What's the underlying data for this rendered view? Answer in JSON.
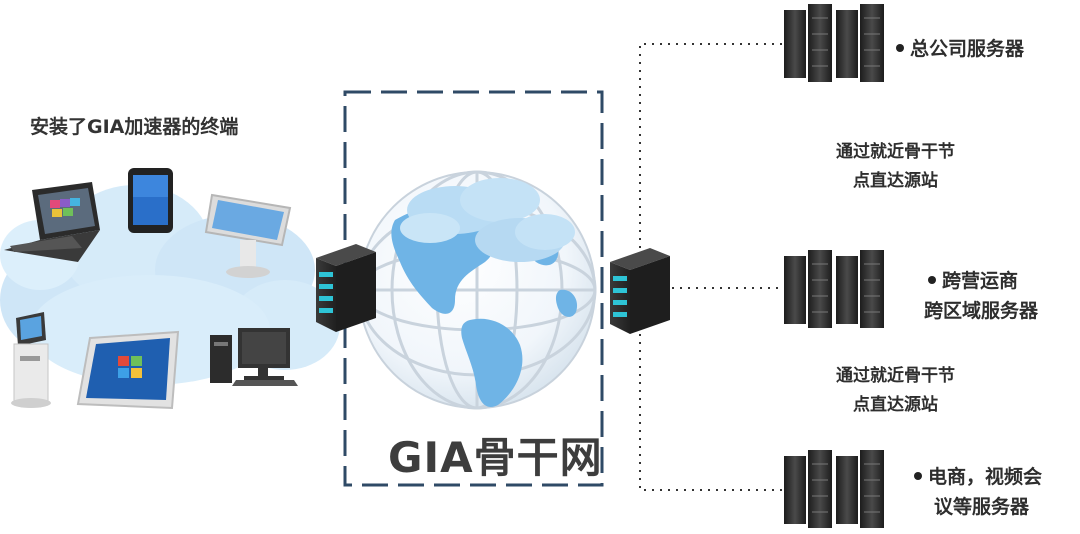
{
  "terminals": {
    "title": "安装了GIA加速器的终端",
    "device_icons": [
      "laptop-icon",
      "phone-icon",
      "touch-kiosk-icon",
      "standing-kiosk-icon",
      "tablet-icon",
      "desktop-computer-icon"
    ]
  },
  "backbone": {
    "label": "GIA骨干网",
    "icon": "globe-icon"
  },
  "servers": [
    {
      "label_lines": [
        "总公司服务器"
      ]
    },
    {
      "label_lines": [
        "跨营运商",
        "跨区域服务器"
      ]
    },
    {
      "label_lines": [
        "电商，视频会",
        "议等服务器"
      ]
    }
  ],
  "route_notes": [
    {
      "lines": [
        "通过就近骨干节",
        "点直达源站"
      ]
    },
    {
      "lines": [
        "通过就近骨干节",
        "点直达源站"
      ]
    }
  ],
  "colors": {
    "cloud": "#cfe6f7",
    "globe_land": "#6fb4e6",
    "frame": "#2f4a66",
    "server_body": "#2e2e2e",
    "server_led": "#2ec4d6"
  }
}
